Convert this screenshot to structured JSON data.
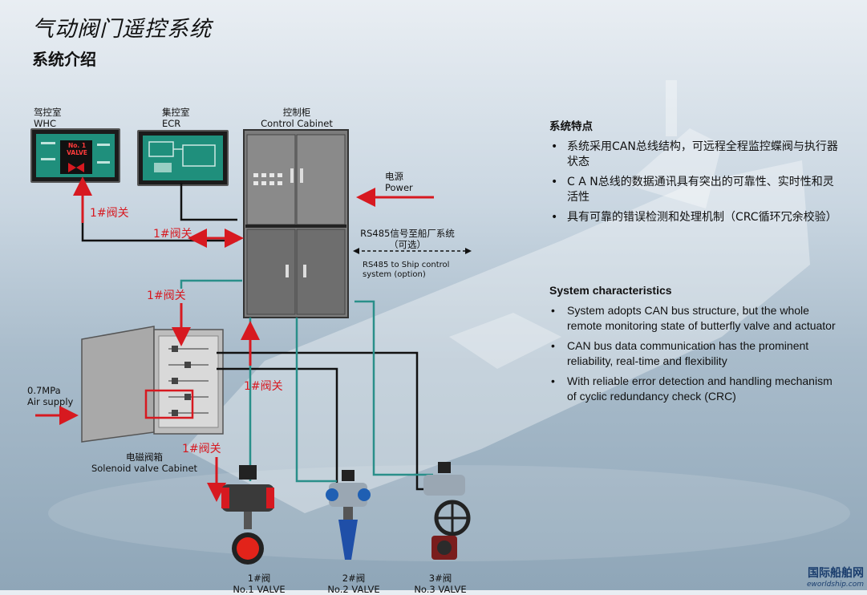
{
  "title": "气动阀门遥控系统",
  "subtitle": "系统介绍",
  "nodes": {
    "whc": {
      "cn": "驾控室",
      "en": "WHC",
      "screen_text_1": "No. 1",
      "screen_text_2": "VALVE"
    },
    "ecr": {
      "cn": "集控室",
      "en": "ECR"
    },
    "cabinet": {
      "cn": "控制柜",
      "en": "Control  Cabinet"
    },
    "power": {
      "cn": "电源",
      "en": "Power"
    },
    "rs485": {
      "cn": "RS485信号至船厂系统",
      "cn2": "（可选）",
      "en": "RS485 to Ship control",
      "en2": "system (option)"
    },
    "air": {
      "line1": "0.7MPa",
      "line2": "Air supply"
    },
    "solenoid": {
      "cn": "电磁阀箱",
      "en": "Solenoid valve  Cabinet"
    },
    "valve1": {
      "cn": "1#阀",
      "en": "No.1 VALVE"
    },
    "valve2": {
      "cn": "2#阀",
      "en": "No.2 VALVE"
    },
    "valve3": {
      "cn": "3#阀",
      "en": "No.3 VALVE"
    }
  },
  "signal_label": "1#阀关",
  "features_cn": {
    "heading": "系统特点",
    "items": [
      "系统采用CAN总线结构，可远程全程监控蝶阀与执行器状态",
      "C A N总线的数据通讯具有突出的可靠性、实时性和灵活性",
      "具有可靠的错误检测和处理机制（CRC循环冗余校验）"
    ]
  },
  "features_en": {
    "heading": "System characteristics",
    "items": [
      "System adopts CAN bus structure, but the whole remote monitoring state of butterfly valve and actuator",
      "CAN bus data communication has the prominent reliability, real-time and flexibility",
      "With reliable error detection and handling mechanism of cyclic redundancy check (CRC)"
    ]
  },
  "logo": {
    "cn": "国际船舶网",
    "en": "eworldship.com"
  },
  "colors": {
    "red": "#d71920",
    "teal": "#2a8f8a",
    "black": "#111111"
  }
}
